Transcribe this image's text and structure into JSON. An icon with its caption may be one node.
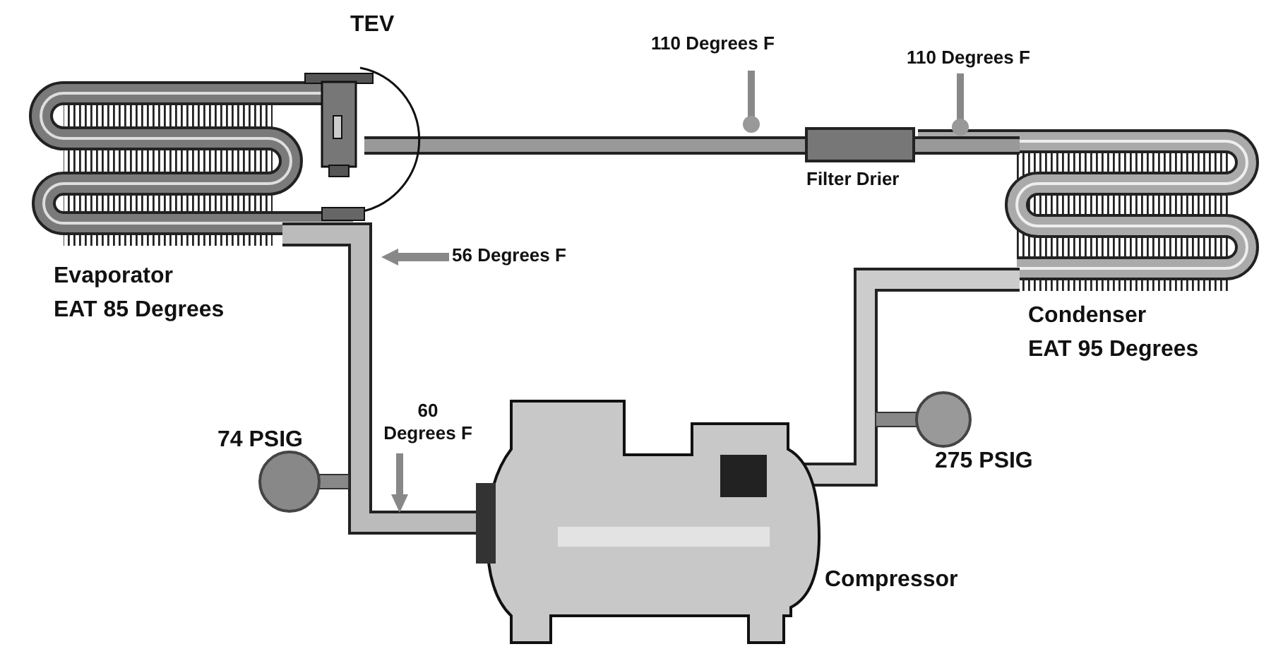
{
  "diagram": {
    "labels": [
      "TEV",
      "110 Degrees F",
      "110 Degrees F",
      "Filter Drier",
      "56 Degrees F",
      "Evaporator",
      "EAT 85 Degrees",
      "Condenser",
      "EAT 95 Degrees",
      "60 Degrees F",
      "74 PSIG",
      "275 PSIG",
      "Compressor"
    ]
  }
}
